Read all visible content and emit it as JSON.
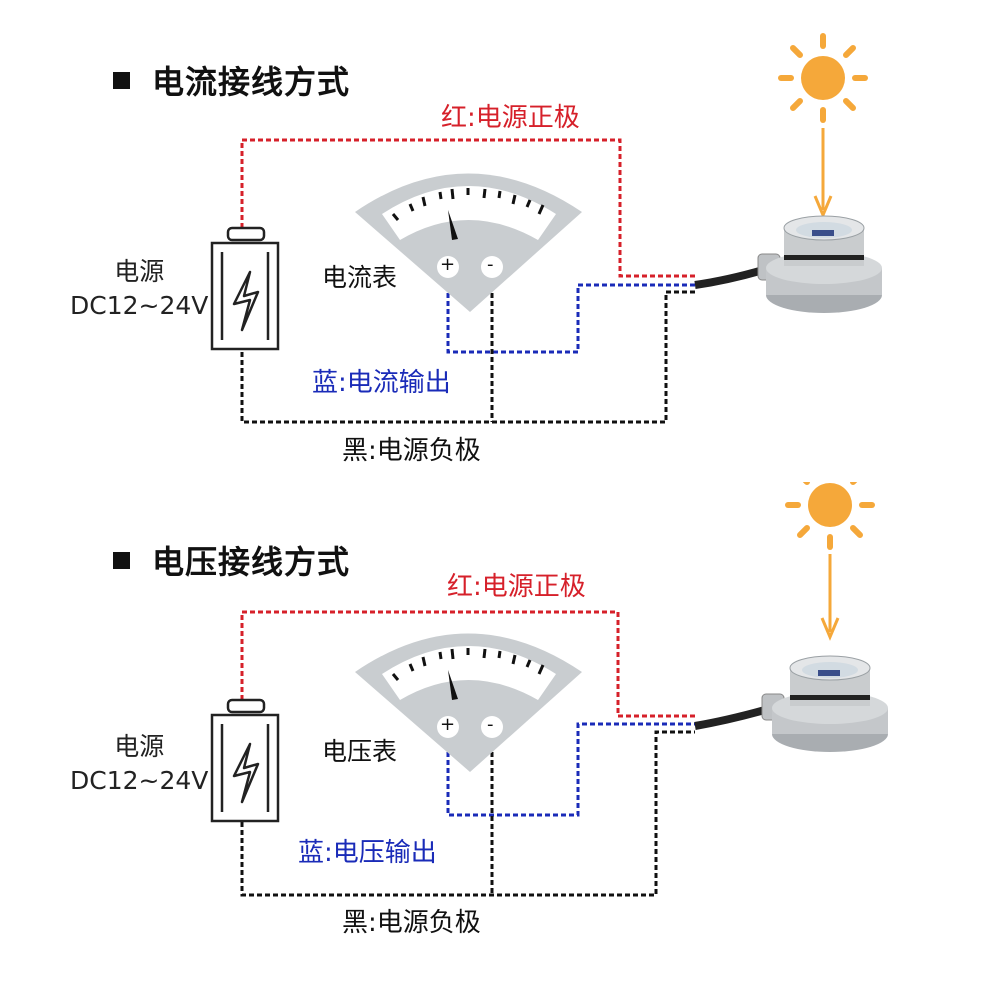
{
  "sections": [
    {
      "id": "current",
      "title": "电流接线方式",
      "power_source": {
        "name": "电源",
        "spec": "DC12~24V"
      },
      "meter_label": "电流表",
      "meter_terminals": {
        "positive": "+",
        "negative": "-"
      },
      "wires": {
        "red": "红:电源正极",
        "blue": "蓝:电流输出",
        "black": "黑:电源负极"
      }
    },
    {
      "id": "voltage",
      "title": "电压接线方式",
      "power_source": {
        "name": "电源",
        "spec": "DC12~24V"
      },
      "meter_label": "电压表",
      "meter_terminals": {
        "positive": "+",
        "negative": "-"
      },
      "wires": {
        "red": "红:电源正极",
        "blue": "蓝:电压输出",
        "black": "黑:电源负极"
      }
    }
  ],
  "colors": {
    "red_wire": "#d6202a",
    "blue_wire": "#1a2bb8",
    "black_wire": "#111111",
    "sun": "#f5a83a",
    "meter_body": "#c9cdd0"
  }
}
